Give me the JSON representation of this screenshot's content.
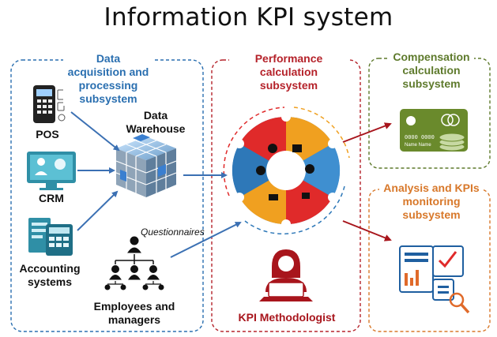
{
  "title": "Information KPI system",
  "subsystems": {
    "acquisition": "Data acquisition and processing subsystem",
    "performance": "Performance calculation subsystem",
    "compensation": "Compensation calculation subsystem",
    "analysis": "Analysis and KPIs monitoring subsystem"
  },
  "labels": {
    "pos": "POS",
    "crm": "CRM",
    "accounting": "Accounting systems",
    "warehouse": "Data Warehouse",
    "employees": "Employees and managers",
    "questionnaires": "Questionnaires",
    "methodologist": "KPI Methodologist"
  },
  "card_text": {
    "number_1": "0000 0000",
    "name_1": "Name Name"
  },
  "colors": {
    "blue": "#2a6fb0",
    "red": "#b5222a",
    "green": "#5e7a2c",
    "orange": "#d8782a",
    "arrow_blue": "#3b70b3",
    "arrow_red": "#a8151c"
  },
  "icons": [
    "pos-terminal-icon",
    "crm-monitor-icon",
    "accounting-icon",
    "data-cube-icon",
    "org-chart-icon",
    "gear-puzzle-icon",
    "methodologist-icon",
    "credit-card-icon",
    "report-icon"
  ]
}
